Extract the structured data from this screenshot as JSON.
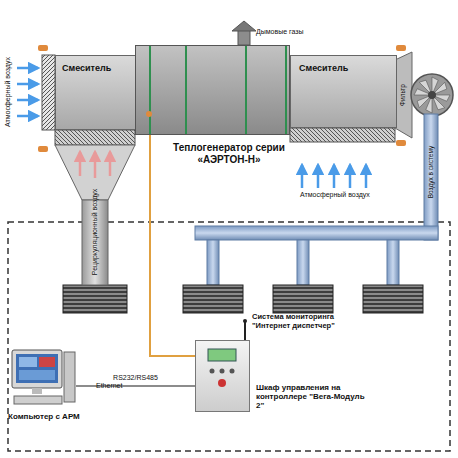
{
  "diagram": {
    "nodes": [
      {
        "text": [
          "Смеситель"
        ]
      },
      {
        "text": [
          "Теплогенератор серии «АЭРТОН-Н»"
        ]
      },
      {
        "text": [
          "Смеситель"
        ]
      },
      {
        "text": [
          "Шкаф управления на контроллере \"Вега-Модуль 2\""
        ]
      },
      {
        "text": [
          "Компьютер с АРМ"
        ]
      }
    ],
    "edges": [
      {
        "from": 1,
        "to": 3,
        "arrow": "none"
      },
      {
        "from": 4,
        "to": 3,
        "label": "RS232/RS485",
        "arrow": "none"
      }
    ],
    "labels": [
      "Дымовые газы",
      "Атмосферный воздух",
      "Рециркуляционный воздух",
      "Фильтр",
      "Воздух в систему",
      "Атмосферный воздух",
      "Система мониторинга \"Интернет диспетчер\"",
      "Ethernet"
    ]
  }
}
